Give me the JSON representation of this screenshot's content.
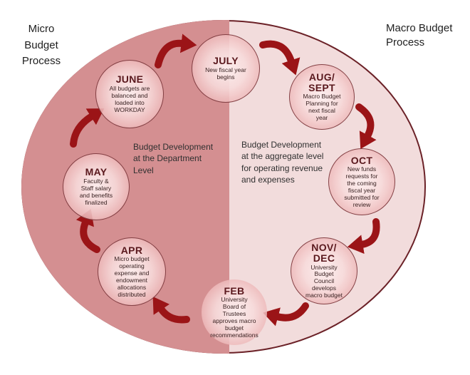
{
  "labels": {
    "micro": "Micro\nBudget\nProcess",
    "macro": "Macro Budget\nProcess"
  },
  "annotations": {
    "department": "Budget Development\nat the Department\nLevel",
    "aggregate": "Budget Development\nat the aggregate level\nfor operating revenue\nand expenses"
  },
  "months": [
    {
      "id": "july",
      "name": "JULY",
      "description": "New fiscal year\nbegins"
    },
    {
      "id": "aug-sept",
      "name": "AUG/\nSEPT",
      "description": "Macro Budget\nPlanning for\nnext fiscal\nyear"
    },
    {
      "id": "oct",
      "name": "OCT",
      "description": "New funds\nrequests for\nthe coming\nfiscal year\nsubmitted for\nreview"
    },
    {
      "id": "nov-dec",
      "name": "NOV/\nDEC",
      "description": "University\nBudget\nCouncil\ndevelops\nmacro budget"
    },
    {
      "id": "feb",
      "name": "FEB",
      "description": "University\nBoard of\nTrustees\napproves macro\nbudget\nrecommendations"
    },
    {
      "id": "apr",
      "name": "APR",
      "description": "Micro budget\noperating\nexpense and\nendowment\nallocations\ndistributed"
    },
    {
      "id": "may",
      "name": "MAY",
      "description": "Faculty &\nStaff salary\nand benefits\nfinalized"
    },
    {
      "id": "june",
      "name": "JUNE",
      "description": "All budgets are\nbalanced and\nloaded into\nWORKDAY"
    }
  ],
  "colors": {
    "micro_half_fill": "#d48f91",
    "macro_half_fill": "#f2dcdc",
    "ellipse_border": "#6b2127",
    "arrow": "#9b1417",
    "month_title": "#5a181d",
    "month_body_text": "#3a2222",
    "annotation_text": "#303030",
    "label_text": "#1f1f1f"
  }
}
